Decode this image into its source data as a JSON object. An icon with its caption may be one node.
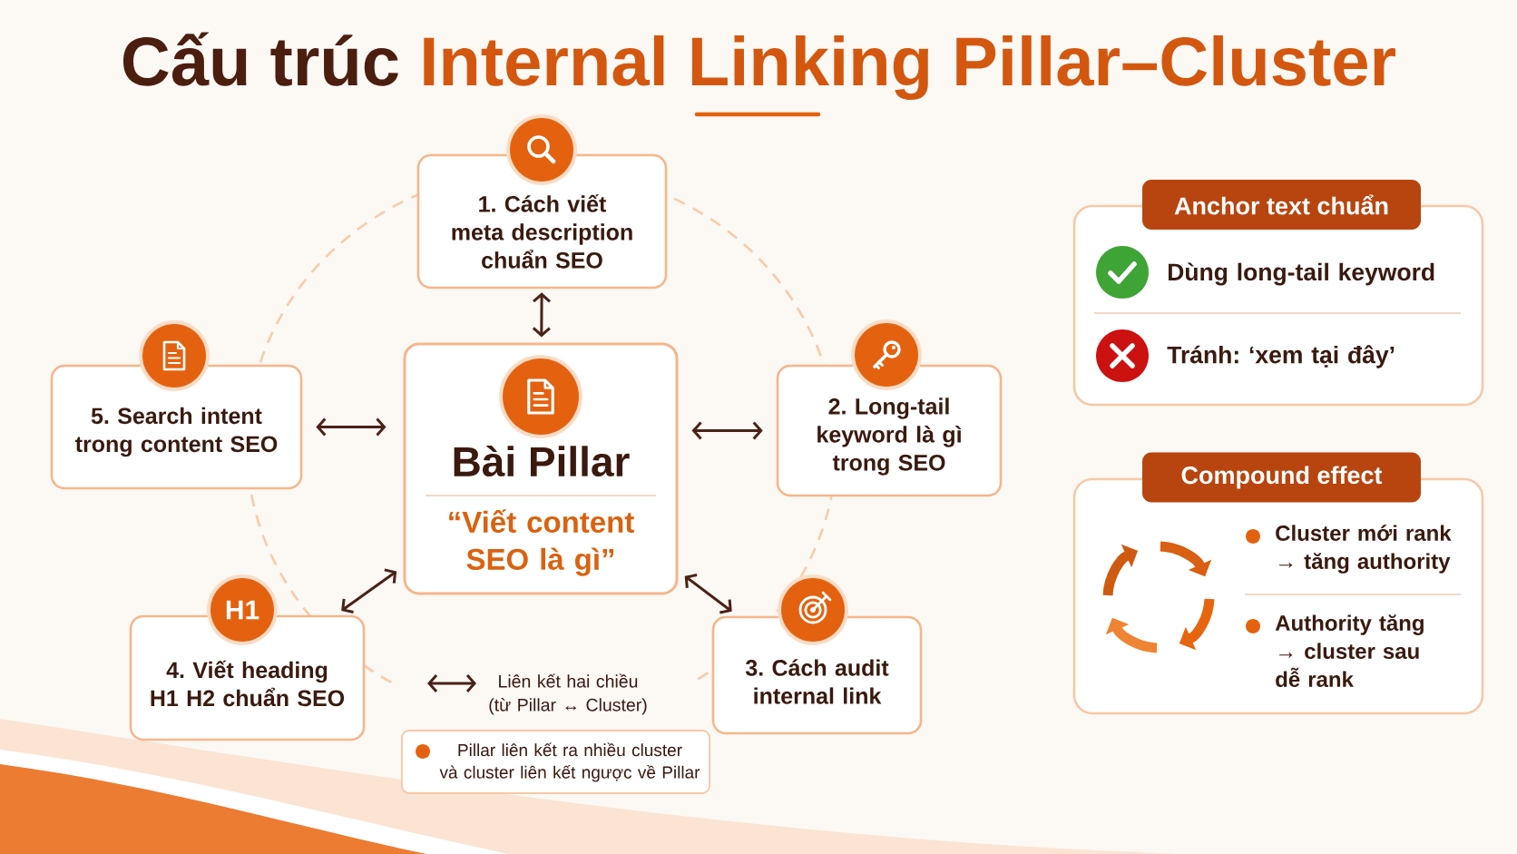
{
  "diagram": {
    "title": "Cấu trúc Internal Linking Pillar–Cluster",
    "nodes": [
      {
        "text": [
          "1. Cách viết meta description chuẩn SEO"
        ]
      },
      {
        "text": [
          "5. Search intent trong content SEO"
        ]
      },
      {
        "text": [
          "Bài Pillar",
          "“Viết content SEO là gì”"
        ]
      },
      {
        "text": [
          "2. Long-tail keyword là gì trong SEO"
        ]
      },
      {
        "text": [
          "H1"
        ]
      },
      {
        "text": [
          "4. Viết heading H1 H2 chuẩn SEO"
        ]
      },
      {
        "text": [
          "3. Cách audit internal link"
        ]
      },
      {
        "text": [
          "Pillar liên kết ra nhiều cluster và cluster liên kết ngược về Pillar"
        ]
      },
      {
        "text": [
          "Anchor text chuẩn",
          "Dùng long-tail keyword",
          "Tránh: ‘xem tại đây’"
        ]
      },
      {
        "text": [
          "Compound effect",
          "Cluster mới rank → tăng authority",
          "Authority tăng → cluster sau dễ rank"
        ]
      }
    ],
    "edges": [
      {
        "from": 0,
        "to": 2,
        "arrow": "both"
      },
      {
        "from": 1,
        "to": 2,
        "arrow": "both"
      },
      {
        "from": 2,
        "to": 3,
        "arrow": "both"
      },
      {
        "from": 2,
        "to": 5,
        "arrow": "both"
      },
      {
        "from": 2,
        "to": 6,
        "arrow": "both"
      }
    ],
    "legend": [
      {
        "text": "Liên kết hai chiều (từ Pillar ↔ Cluster)"
      }
    ]
  }
}
